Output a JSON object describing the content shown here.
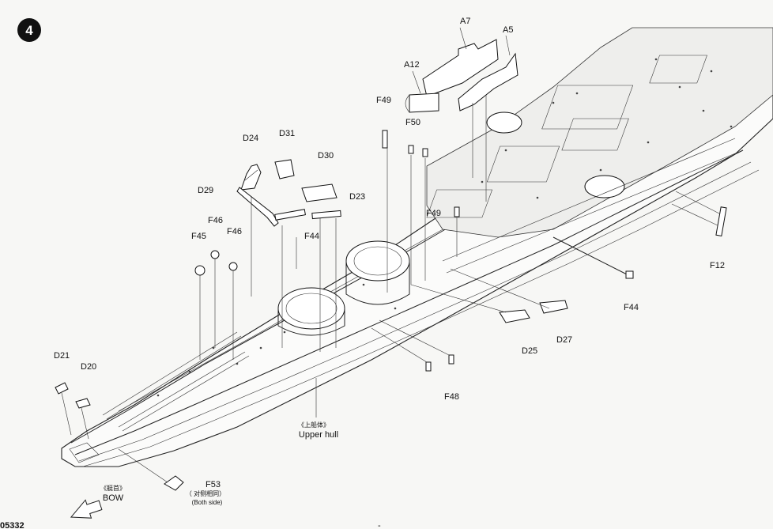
{
  "step": {
    "number": "4"
  },
  "parts": [
    {
      "id": "a7",
      "label": "A7"
    },
    {
      "id": "a5",
      "label": "A5"
    },
    {
      "id": "a12",
      "label": "A12"
    },
    {
      "id": "f49a",
      "label": "F49"
    },
    {
      "id": "f50",
      "label": "F50"
    },
    {
      "id": "d24",
      "label": "D24"
    },
    {
      "id": "d31",
      "label": "D31"
    },
    {
      "id": "d30",
      "label": "D30"
    },
    {
      "id": "d29",
      "label": "D29"
    },
    {
      "id": "d23",
      "label": "D23"
    },
    {
      "id": "f46a",
      "label": "F46"
    },
    {
      "id": "f46b",
      "label": "F46"
    },
    {
      "id": "f45",
      "label": "F45"
    },
    {
      "id": "f44a",
      "label": "F44"
    },
    {
      "id": "f49b",
      "label": "F49"
    },
    {
      "id": "f12",
      "label": "F12"
    },
    {
      "id": "f44b",
      "label": "F44"
    },
    {
      "id": "d25",
      "label": "D25"
    },
    {
      "id": "d27",
      "label": "D27"
    },
    {
      "id": "f48",
      "label": "F48"
    },
    {
      "id": "d21",
      "label": "D21"
    },
    {
      "id": "d20",
      "label": "D20"
    },
    {
      "id": "f53",
      "label": "F53"
    }
  ],
  "annotations": {
    "upper_hull_cn": "《上船体》",
    "upper_hull": "Upper hull",
    "bow_cn": "《艇首》",
    "bow": "BOW",
    "both_side_cn": "（ 对侧相同）",
    "both_side": "(Both side)",
    "page_code": "05332",
    "page_mark": "-"
  }
}
